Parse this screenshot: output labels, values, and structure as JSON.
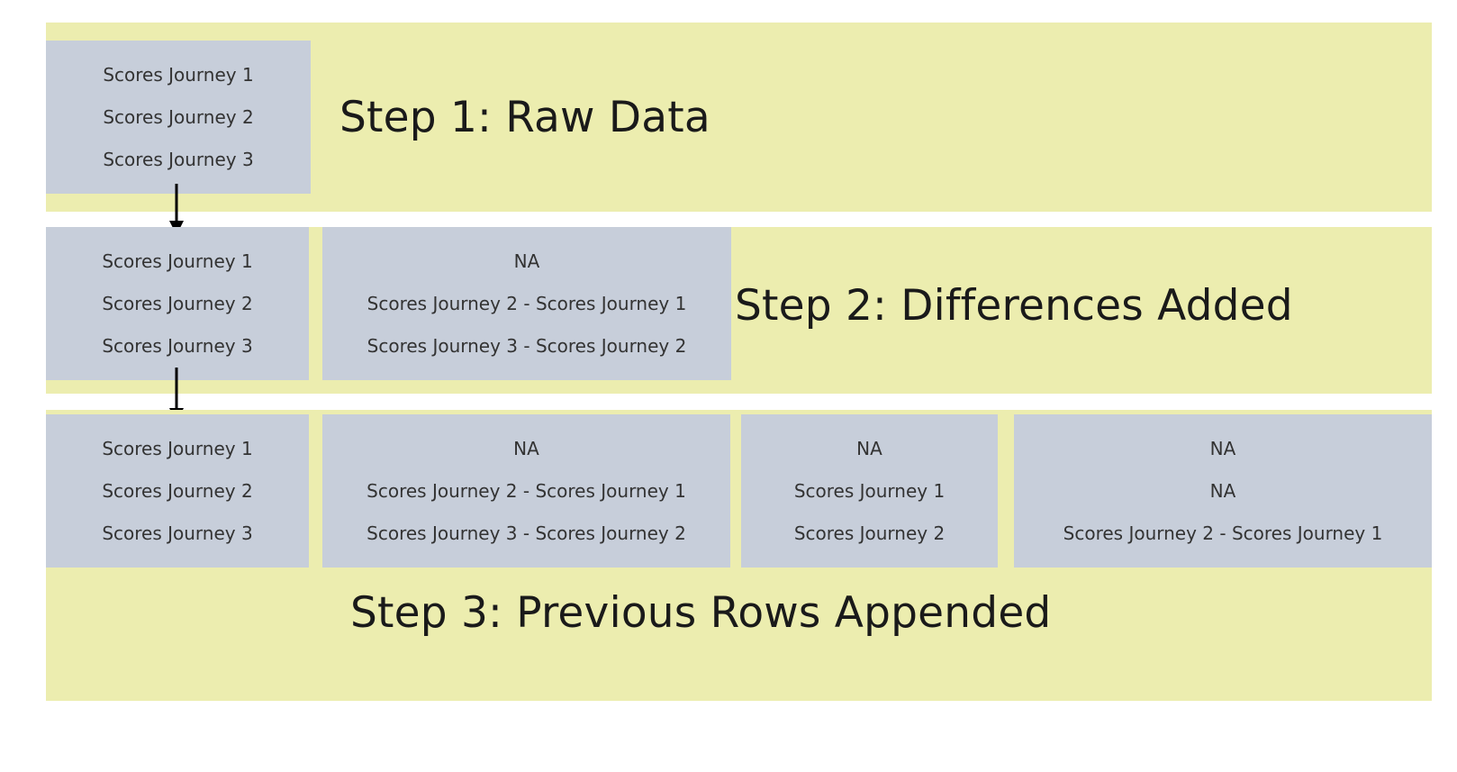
{
  "colors": {
    "band_yellow": "#ECEDAF",
    "box_gray": "#C7CEDA",
    "text_dark": "#333333",
    "title_dark": "#1a1a1a",
    "arrow_black": "#000000",
    "page_background": "#FFFFFF"
  },
  "labels": {
    "journey_1": "Scores Journey 1",
    "journey_2": "Scores Journey 2",
    "journey_3": "Scores Journey 3",
    "na": "NA",
    "diff_2_1": "Scores Journey 2 - Scores Journey 1",
    "diff_3_2": "Scores Journey 3 - Scores Journey 2"
  },
  "steps": [
    {
      "id": "step1",
      "title": "Step 1: Raw Data",
      "columns": [
        {
          "id": "s1-c1",
          "cells": [
            "Scores Journey 1",
            "Scores Journey 2",
            "Scores Journey 3"
          ]
        }
      ]
    },
    {
      "id": "step2",
      "title": "Step 2: Differences Added",
      "columns": [
        {
          "id": "s2-c1",
          "cells": [
            "Scores Journey 1",
            "Scores Journey 2",
            "Scores Journey 3"
          ]
        },
        {
          "id": "s2-c2",
          "cells": [
            "NA",
            "Scores Journey 2 - Scores Journey 1",
            "Scores Journey 3 - Scores Journey 2"
          ]
        }
      ]
    },
    {
      "id": "step3",
      "title": "Step 3: Previous Rows Appended",
      "columns": [
        {
          "id": "s3-c1",
          "cells": [
            "Scores Journey 1",
            "Scores Journey 2",
            "Scores Journey 3"
          ]
        },
        {
          "id": "s3-c2",
          "cells": [
            "NA",
            "Scores Journey 2 - Scores Journey 1",
            "Scores Journey 3 - Scores Journey 2"
          ]
        },
        {
          "id": "s3-c3",
          "cells": [
            "NA",
            "Scores Journey 1",
            "Scores Journey 2"
          ]
        },
        {
          "id": "s3-c4",
          "cells": [
            "NA",
            "NA",
            "Scores Journey 2 - Scores Journey 1"
          ]
        }
      ]
    }
  ],
  "arrows": [
    {
      "id": "arrow-1",
      "from": "step1",
      "to": "step2",
      "direction": "down"
    },
    {
      "id": "arrow-2",
      "from": "step2",
      "to": "step3",
      "direction": "down"
    }
  ]
}
